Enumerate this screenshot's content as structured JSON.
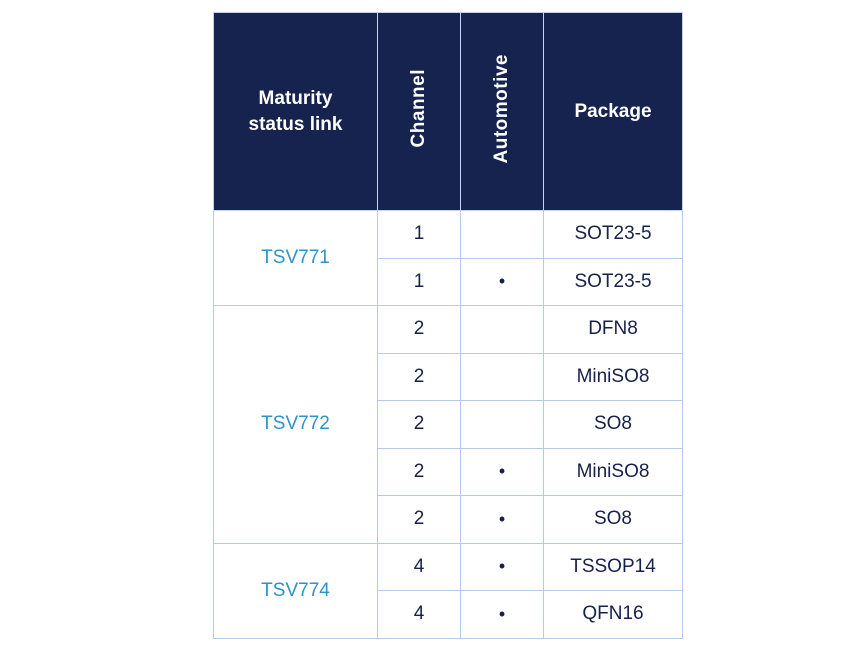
{
  "chart_data": {
    "type": "table",
    "title": "",
    "columns": [
      "Maturity status link",
      "Channel",
      "Automotive",
      "Package"
    ],
    "rows": [
      [
        "TSV771",
        "1",
        "",
        "SOT23-5"
      ],
      [
        "TSV771",
        "1",
        "•",
        "SOT23-5"
      ],
      [
        "TSV772",
        "2",
        "",
        "DFN8"
      ],
      [
        "TSV772",
        "2",
        "",
        "MiniSO8"
      ],
      [
        "TSV772",
        "2",
        "",
        "SO8"
      ],
      [
        "TSV772",
        "2",
        "•",
        "MiniSO8"
      ],
      [
        "TSV772",
        "2",
        "•",
        "SO8"
      ],
      [
        "TSV774",
        "4",
        "•",
        "TSSOP14"
      ],
      [
        "TSV774",
        "4",
        "•",
        "QFN16"
      ]
    ],
    "merged_row_groups": [
      {
        "part": "TSV771",
        "row_span": 2
      },
      {
        "part": "TSV772",
        "row_span": 5
      },
      {
        "part": "TSV774",
        "row_span": 2
      }
    ],
    "layout_hints": {
      "header_orientation": [
        "horizontal",
        "vertical",
        "vertical",
        "horizontal"
      ]
    }
  },
  "colors": {
    "header_bg": "#16234f",
    "header_text": "#ffffff",
    "link": "#2d94c8",
    "body_text": "#16214c",
    "border": "#b4cbe8"
  }
}
